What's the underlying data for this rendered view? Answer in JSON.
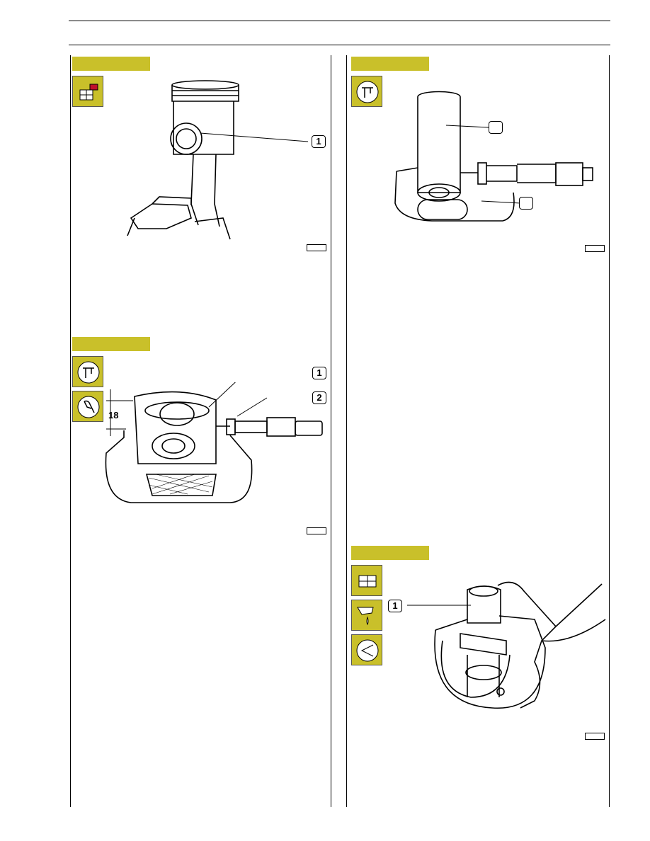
{
  "page": {
    "dimension_label": "18"
  },
  "sections": {
    "top_left": {
      "callouts": [
        "1"
      ]
    },
    "top_right": {
      "callouts": [
        "",
        ""
      ]
    },
    "mid_left": {
      "callouts": [
        "1",
        "2"
      ]
    },
    "bottom_right": {
      "callouts": [
        "1"
      ]
    }
  },
  "colors": {
    "tab": "#c9c02a",
    "icon_bg": "#c9c02a",
    "icon_flag": "#c0102a"
  },
  "icons": {
    "top_left": [
      "replace-part-icon"
    ],
    "top_right": [
      "caliper-measure-icon"
    ],
    "mid_left": [
      "caliper-measure-icon",
      "wrench-tool-icon"
    ],
    "bottom_right": [
      "assembly-icon",
      "oil-lubricate-icon",
      "visual-inspect-icon"
    ]
  }
}
